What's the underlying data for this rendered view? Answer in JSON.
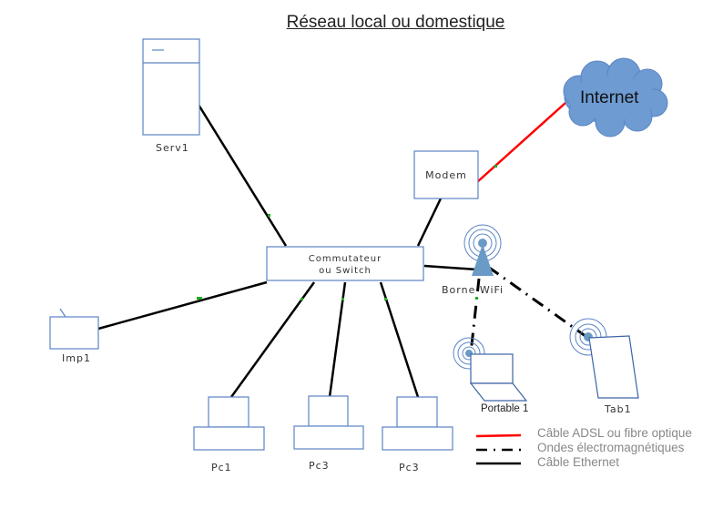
{
  "title": "Réseau local ou domestique",
  "nodes": {
    "server": {
      "label": "Serv1",
      "type": "server"
    },
    "modem": {
      "label": "Modem",
      "type": "modem"
    },
    "internet": {
      "label": "Internet",
      "type": "cloud"
    },
    "switch": {
      "label_line1": "Commutateur",
      "label_line2": "ou Switch",
      "type": "switch"
    },
    "wifi": {
      "label": "Borne WiFi",
      "type": "access-point"
    },
    "printer": {
      "label": "Imp1",
      "type": "printer"
    },
    "laptop": {
      "label": "Portable 1",
      "type": "laptop"
    },
    "tablet": {
      "label": "Tab1",
      "type": "tablet"
    },
    "pcs": [
      {
        "label": "Pc1",
        "type": "pc"
      },
      {
        "label": "Pc3",
        "type": "pc"
      },
      {
        "label": "Pc3",
        "type": "pc"
      }
    ]
  },
  "connections": [
    {
      "from": "Modem",
      "to": "Internet",
      "kind": "adsl"
    },
    {
      "from": "Serv1",
      "to": "Commutateur",
      "kind": "ethernet"
    },
    {
      "from": "Modem",
      "to": "Commutateur",
      "kind": "ethernet"
    },
    {
      "from": "Imp1",
      "to": "Commutateur",
      "kind": "ethernet"
    },
    {
      "from": "Borne WiFi",
      "to": "Commutateur",
      "kind": "ethernet"
    },
    {
      "from": "Pc1",
      "to": "Commutateur",
      "kind": "ethernet"
    },
    {
      "from": "Pc3",
      "to": "Commutateur",
      "kind": "ethernet"
    },
    {
      "from": "Pc3",
      "to": "Commutateur",
      "kind": "ethernet"
    },
    {
      "from": "Borne WiFi",
      "to": "Portable 1",
      "kind": "wireless"
    },
    {
      "from": "Borne WiFi",
      "to": "Tab1",
      "kind": "wireless"
    }
  ],
  "legend": [
    {
      "label": "Câble ADSL ou fibre optique",
      "kind": "adsl",
      "color": "#ff0000"
    },
    {
      "label": "Ondes électromagnétiques",
      "kind": "wireless",
      "color": "#000000"
    },
    {
      "label": "Câble Ethernet",
      "kind": "ethernet",
      "color": "#000000"
    }
  ],
  "colors": {
    "device_stroke": "#5b84c4",
    "cloud_fill": "#6e9bd2",
    "ap_fill": "#6a9bc6",
    "adsl": "#ff0000",
    "ethernet": "#000000",
    "connector_dot": "#22aa22"
  }
}
